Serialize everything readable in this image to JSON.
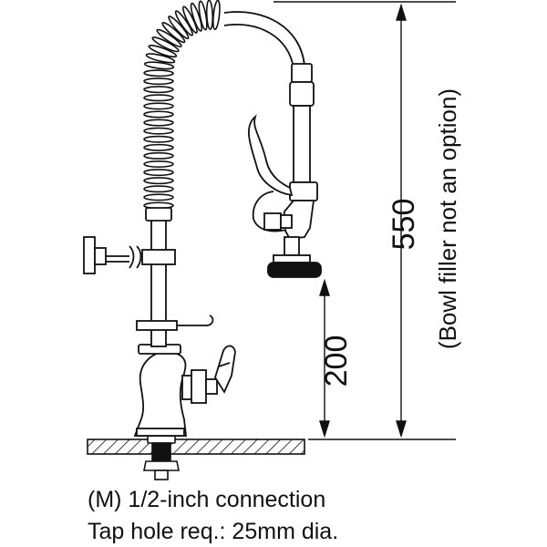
{
  "drawing": {
    "dimensions": {
      "total_height": "550",
      "total_note": "(Bowl filler not an option)",
      "base_height": "200"
    },
    "captions": {
      "connection": "(M) 1/2-inch connection",
      "tap_hole": "Tap hole req.: 25mm dia."
    },
    "colors": {
      "line": "#111111",
      "fill": "#ffffff",
      "hatch": "#111111"
    }
  }
}
